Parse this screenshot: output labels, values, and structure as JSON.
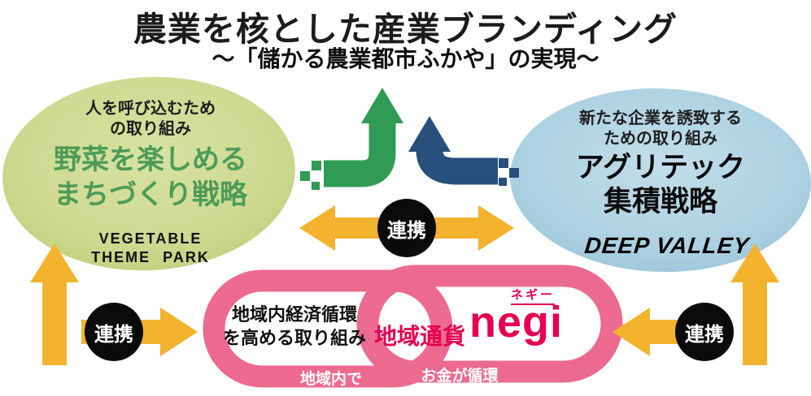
{
  "header": {
    "title": "農業を核とした産業ブランディング",
    "subtitle": "〜「儲かる農業都市ふかや」の実現〜"
  },
  "left_bubble": {
    "note_line1": "人を呼び込むため",
    "note_line2": "の取り組み",
    "strategy_line1": "野菜を楽しめる",
    "strategy_line2": "まちづくり戦略",
    "logo_line1": "VEGETABLE",
    "logo_line2": "THEME PARK"
  },
  "right_bubble": {
    "note_line1": "新たな企業を誘致する",
    "note_line2": "ための取り組み",
    "strategy_line1": "アグリテック",
    "strategy_line2": "集積戦略",
    "logo": "DEEP VALLEY"
  },
  "cooperation": {
    "center_label": "連携",
    "left_label": "連携",
    "right_label": "連携"
  },
  "chain": {
    "initiative_line1": "地域内経済循環",
    "initiative_line2": "を高める取り組み",
    "currency_label": "地域通貨",
    "currency_ruby": "ネギー",
    "currency_name": "negi",
    "bottom_left": "地域内で",
    "bottom_right": "お金が循環"
  },
  "colors": {
    "arrow_yellow": "#f3b32f",
    "chain_pink": "#ec6a8f",
    "bubble_green": "#cbd88e",
    "bubble_blue": "#aed2e2",
    "strategy_green": "#4c9b58",
    "currency_red": "#e60050",
    "arrow_green": "#2f9b55",
    "arrow_navy": "#27507c",
    "label_circle_black": "#0b0b0b"
  }
}
